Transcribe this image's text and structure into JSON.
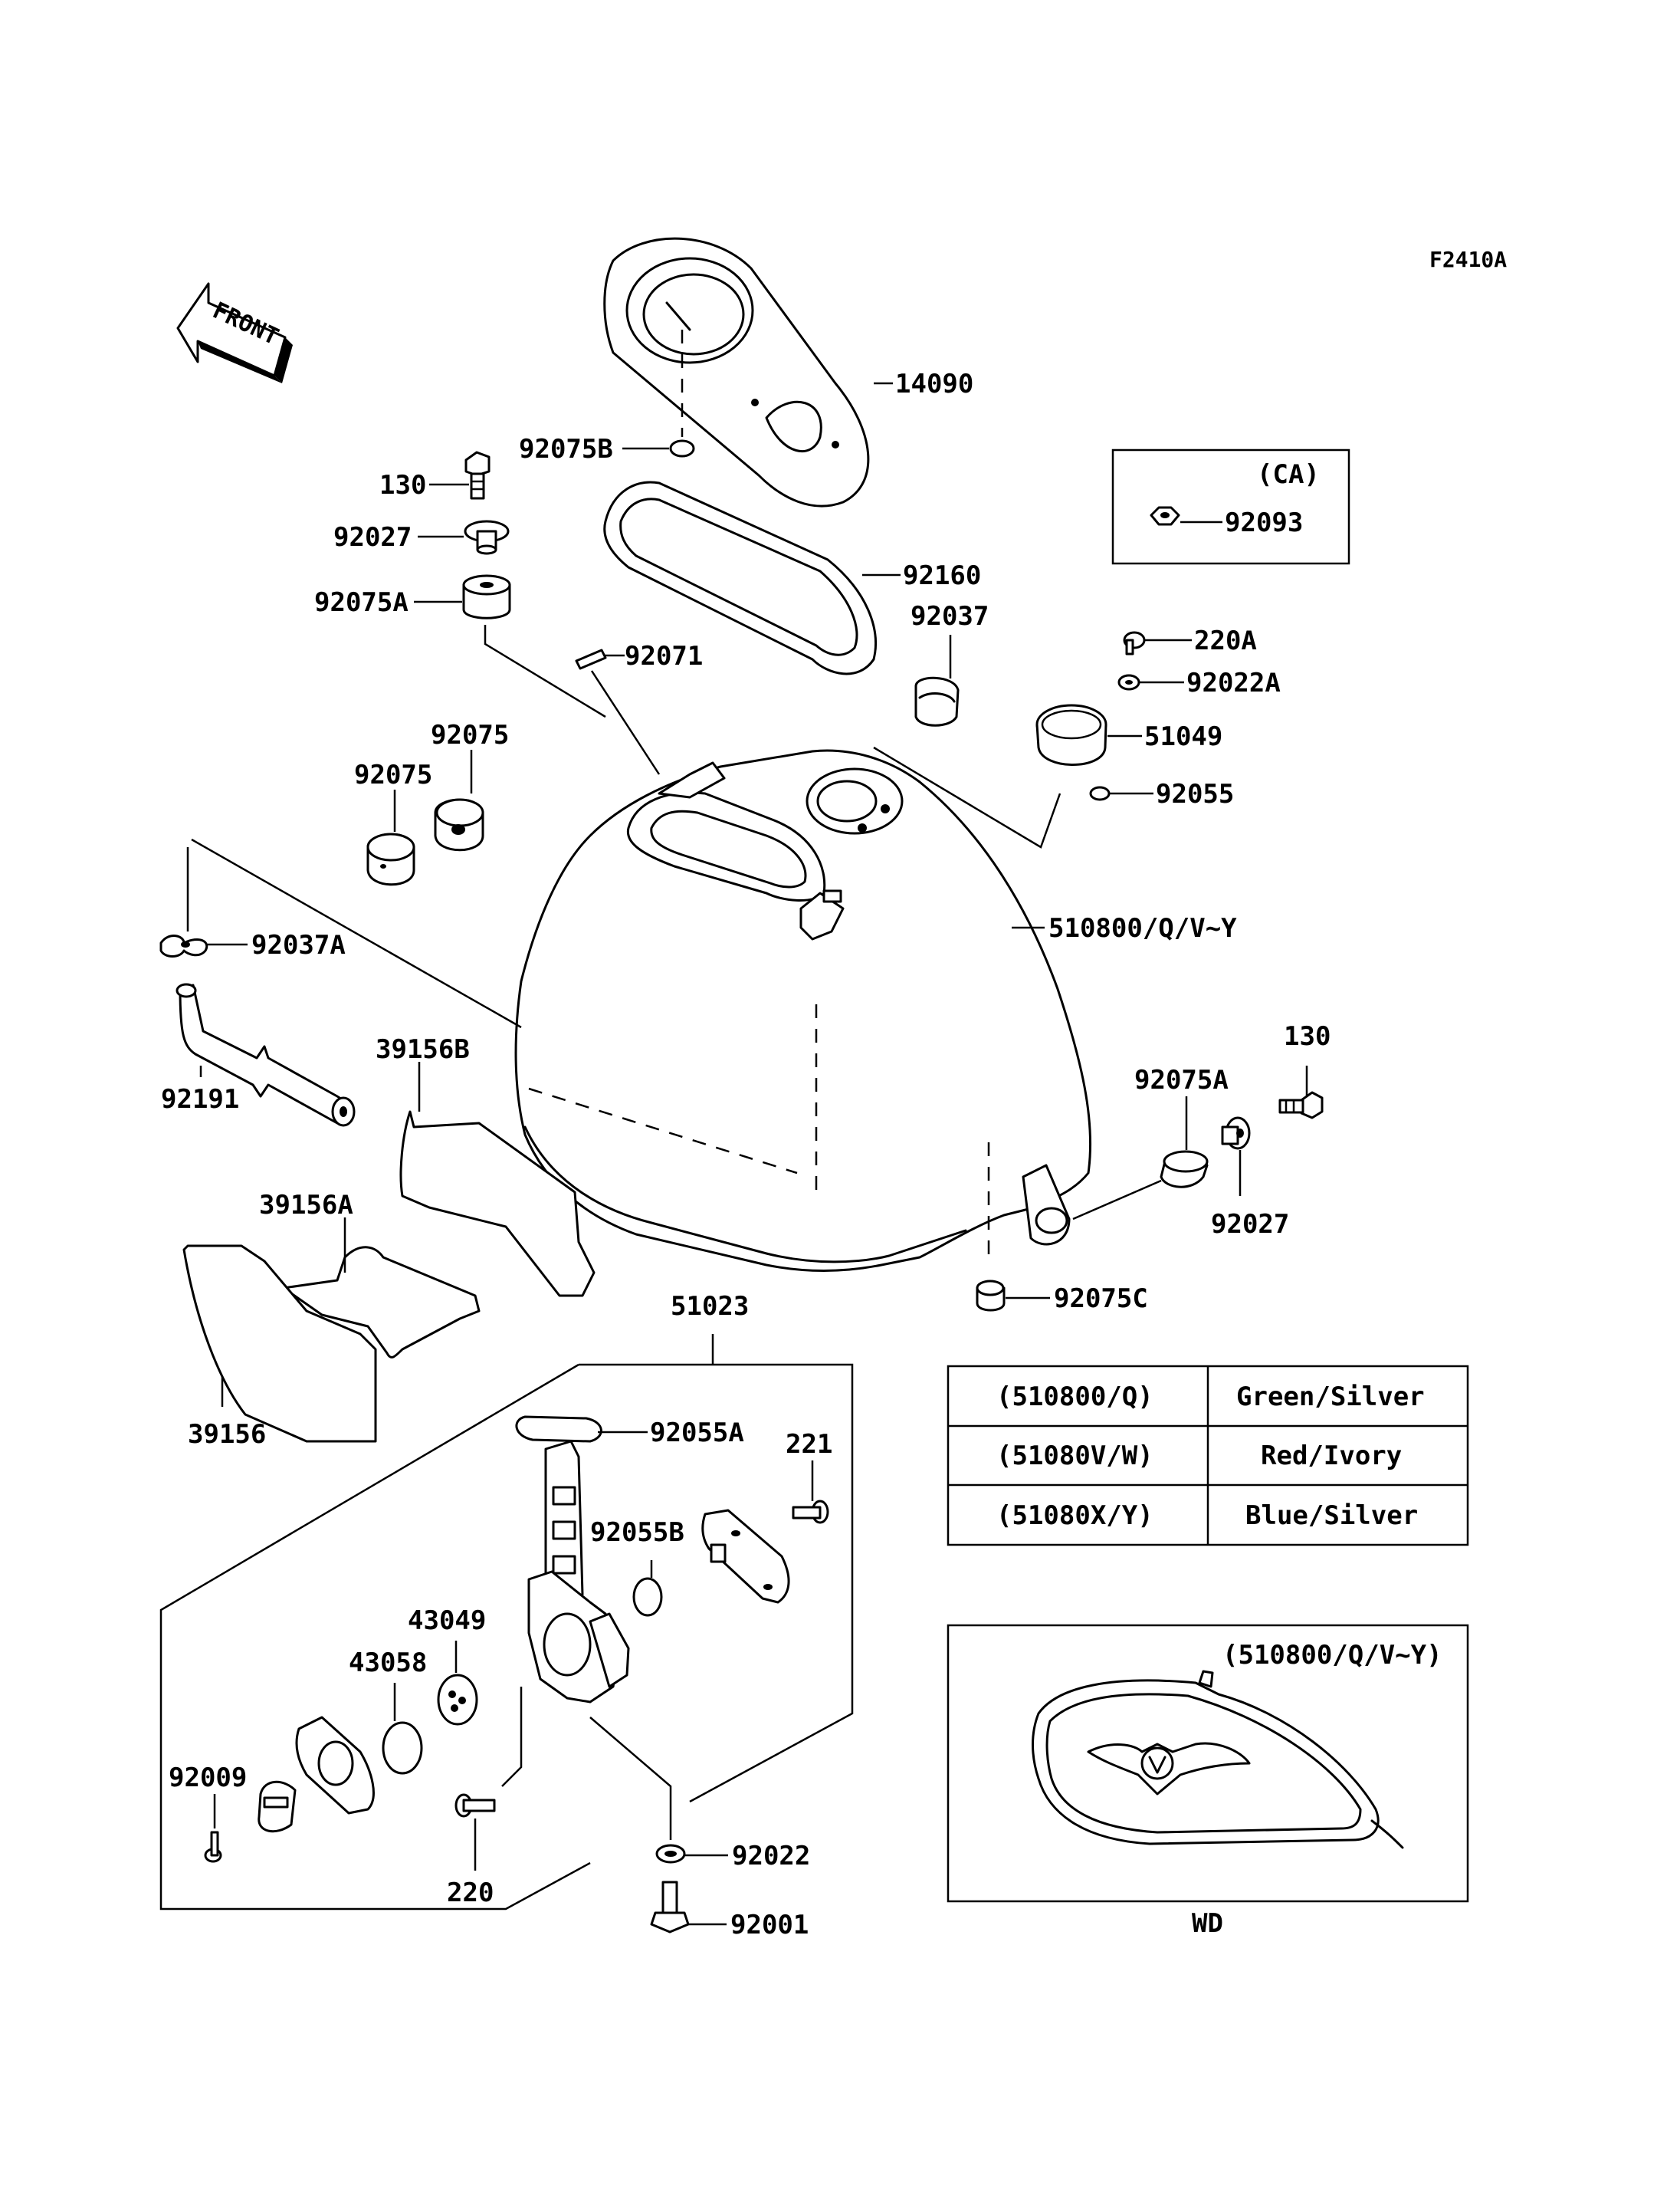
{
  "figure_code": "F2410A",
  "front_label": "FRONT",
  "parts": {
    "p14090": "14090",
    "p92075B": "92075B",
    "p130_top": "130",
    "p92027_top": "92027",
    "p92075A_top": "92075A",
    "p92160": "92160",
    "p92071": "92071",
    "p92037": "92037",
    "p220A": "220A",
    "p92022A": "92022A",
    "p51049": "51049",
    "p92055": "92055",
    "p92075_a": "92075",
    "p92075_b": "92075",
    "p92037A": "92037A",
    "p510800": "510800/Q/V~Y",
    "p92191": "92191",
    "p39156B": "39156B",
    "p130_right": "130",
    "p92075A_right": "92075A",
    "p92027_right": "92027",
    "p39156A": "39156A",
    "p92075C": "92075C",
    "p51023": "51023",
    "p39156": "39156",
    "p92055A": "92055A",
    "p221": "221",
    "p92055B": "92055B",
    "p43049": "43049",
    "p43058": "43058",
    "p92009": "92009",
    "p92022": "92022",
    "p220": "220",
    "p92001": "92001"
  },
  "ca_box": {
    "title": "(CA)",
    "part": "92093"
  },
  "color_table": [
    {
      "model": "(510800/Q)",
      "color": "Green/Silver"
    },
    {
      "model": "(51080V/W)",
      "color": "Red/Ivory"
    },
    {
      "model": "(51080X/Y)",
      "color": "Blue/Silver"
    }
  ],
  "inset": {
    "title": "(510800/Q/V~Y)",
    "caption": "WD"
  }
}
